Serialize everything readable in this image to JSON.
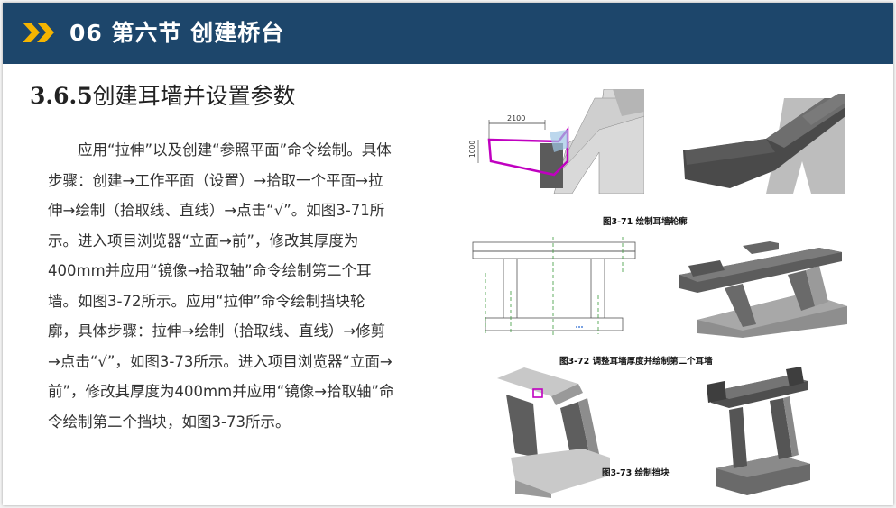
{
  "header": {
    "title": "06 第六节  创建桥台"
  },
  "section": {
    "number": "3.6.5",
    "heading": "创建耳墙并设置参数"
  },
  "body": {
    "paragraph": "应用“拉伸”以及创建“参照平面”命令绘制。具体步骤：创建→工作平面（设置）→拾取一个平面→拉伸→绘制（拾取线、直线）→点击“√”。如图3-71所示。进入项目浏览器“立面→前”，修改其厚度为400mm并应用“镜像→拾取轴”命令绘制第二个耳墙。如图3-72所示。应用“拉伸”命令绘制挡块轮廓，具体步骤：拉伸→绘制（拾取线、直线）→修剪→点击“√”，如图3-73所示。进入项目浏览器“立面→前”，修改其厚度为400mm并应用“镜像→拾取轴”命令绘制第二个挡块，如图3-73所示。"
  },
  "figures": {
    "fig71": {
      "caption": "图3-71 绘制耳墙轮廓",
      "dim_width": "2100",
      "dim_height": "1000"
    },
    "fig72": {
      "caption": "图3-72 调整耳墙厚度并绘制第二个耳墙"
    },
    "fig73": {
      "caption": "图3-73 绘制挡块"
    }
  },
  "colors": {
    "header_bg": "#1d466b",
    "chevron": "#f5b400",
    "profile_highlight": "#c000c0"
  }
}
